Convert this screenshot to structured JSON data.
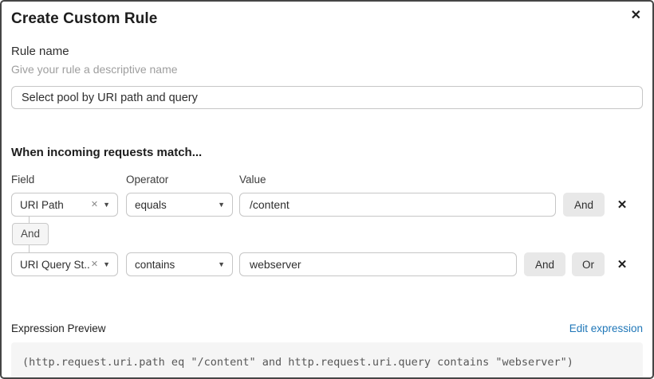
{
  "dialog": {
    "title": "Create Custom Rule"
  },
  "icons": {
    "close": "✕",
    "clear": "✕",
    "caret": "▼",
    "remove": "✕"
  },
  "rule_name": {
    "label": "Rule name",
    "helper": "Give your rule a descriptive name",
    "value": "Select pool by URI path and query"
  },
  "match_section": {
    "heading": "When incoming requests match...",
    "columns": {
      "field": "Field",
      "operator": "Operator",
      "value": "Value"
    },
    "rows": [
      {
        "field": "URI Path",
        "operator": "equals",
        "value": "/content",
        "and_label": "And"
      },
      {
        "field": "URI Query St...",
        "operator": "contains",
        "value": "webserver",
        "and_label": "And",
        "or_label": "Or"
      }
    ],
    "connector": "And"
  },
  "expression": {
    "label": "Expression Preview",
    "edit_link": "Edit expression",
    "code": "(http.request.uri.path eq \"/content\" and http.request.uri.query contains \"webserver\")"
  },
  "colors": {
    "link_blue": "#2077b8",
    "button_gray": "#e8e8e8",
    "code_bg": "#f5f5f5",
    "border_gray": "#c6c6c6"
  }
}
